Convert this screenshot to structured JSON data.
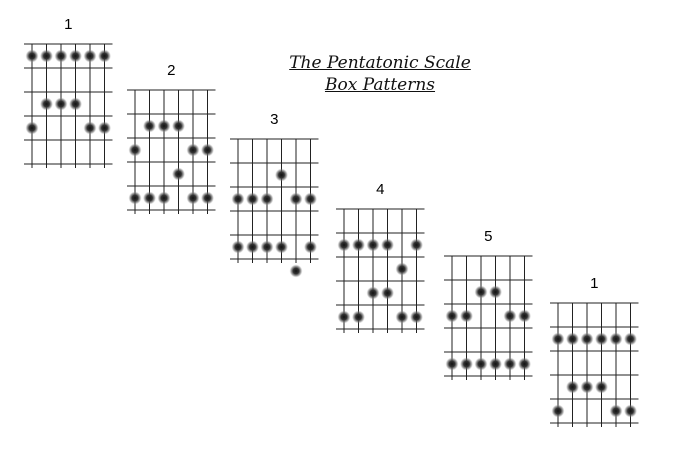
{
  "title": {
    "line1": "The Pentatonic Scale",
    "line2": "Box Patterns"
  },
  "patterns": [
    {
      "label": "1",
      "dots": [
        [
          0,
          0
        ],
        [
          0,
          1
        ],
        [
          0,
          2
        ],
        [
          0,
          3
        ],
        [
          0,
          4
        ],
        [
          0,
          5
        ],
        [
          2,
          1
        ],
        [
          2,
          2
        ],
        [
          2,
          3
        ],
        [
          3,
          0
        ],
        [
          3,
          4
        ],
        [
          3,
          5
        ]
      ]
    },
    {
      "label": "2",
      "dots": [
        [
          1,
          1
        ],
        [
          1,
          2
        ],
        [
          1,
          3
        ],
        [
          2,
          0
        ],
        [
          2,
          4
        ],
        [
          2,
          5
        ],
        [
          3,
          3
        ],
        [
          4,
          0
        ],
        [
          4,
          1
        ],
        [
          4,
          2
        ],
        [
          4,
          4
        ],
        [
          4,
          5
        ]
      ]
    },
    {
      "label": "3",
      "dots": [
        [
          1,
          3
        ],
        [
          2,
          0
        ],
        [
          2,
          1
        ],
        [
          2,
          2
        ],
        [
          2,
          4
        ],
        [
          2,
          5
        ],
        [
          4,
          0
        ],
        [
          4,
          1
        ],
        [
          4,
          2
        ],
        [
          4,
          3
        ],
        [
          4,
          5
        ],
        [
          5,
          4
        ]
      ]
    },
    {
      "label": "4",
      "dots": [
        [
          1,
          0
        ],
        [
          1,
          1
        ],
        [
          1,
          2
        ],
        [
          1,
          3
        ],
        [
          1,
          5
        ],
        [
          2,
          4
        ],
        [
          3,
          2
        ],
        [
          3,
          3
        ],
        [
          4,
          0
        ],
        [
          4,
          1
        ],
        [
          4,
          4
        ],
        [
          4,
          5
        ]
      ]
    },
    {
      "label": "5",
      "dots": [
        [
          1,
          2
        ],
        [
          1,
          3
        ],
        [
          2,
          0
        ],
        [
          2,
          1
        ],
        [
          2,
          4
        ],
        [
          2,
          5
        ],
        [
          4,
          0
        ],
        [
          4,
          1
        ],
        [
          4,
          2
        ],
        [
          4,
          3
        ],
        [
          4,
          4
        ],
        [
          4,
          5
        ]
      ]
    },
    {
      "label": "1",
      "dots": [
        [
          1,
          0
        ],
        [
          1,
          1
        ],
        [
          1,
          2
        ],
        [
          1,
          3
        ],
        [
          1,
          4
        ],
        [
          1,
          5
        ],
        [
          3,
          1
        ],
        [
          3,
          2
        ],
        [
          3,
          3
        ],
        [
          4,
          0
        ],
        [
          4,
          4
        ],
        [
          4,
          5
        ]
      ]
    }
  ]
}
